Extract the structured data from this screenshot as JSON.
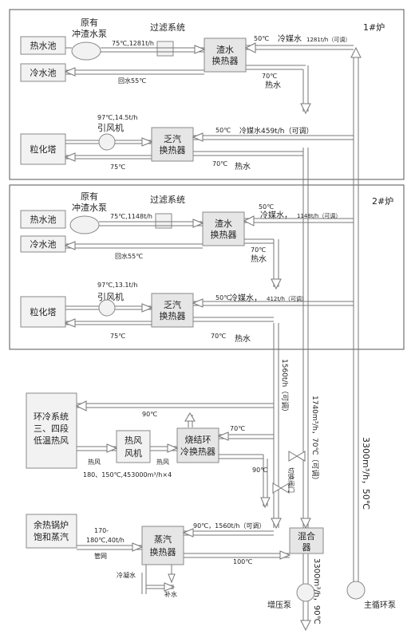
{
  "furnace1": {
    "tag": "1#炉",
    "hot_pool": "热水池",
    "cold_pool": "冷水池",
    "pump_l1": "原有",
    "pump_l2": "冲渣水泵",
    "filter": "过滤系统",
    "flow_top": "75℃,1281t/h",
    "slag_hx_l1": "渣水",
    "slag_hx_l2": "换热器",
    "return": "回水55℃",
    "c50": "50℃",
    "cold_media": "冷媒水",
    "cold_media_flow": "1281t/h（可调）",
    "c70": "70℃",
    "hot_water": "热水",
    "fan_cond": "97℃,14.5t/h",
    "fan": "引风机",
    "gran": "粒化塔",
    "steam_hx_l1": "乏汽",
    "steam_hx_l2": "换热器",
    "c50b": "50℃",
    "cold_media_b": "冷媒水459t/h（可调）",
    "c75": "75℃",
    "c70b": "70℃",
    "hot_water_b": "热水"
  },
  "furnace2": {
    "tag": "2#炉",
    "hot_pool": "热水池",
    "cold_pool": "冷水池",
    "pump_l1": "原有",
    "pump_l2": "冲渣水泵",
    "filter": "过滤系统",
    "flow_top": "75℃,1148t/h",
    "slag_hx_l1": "渣水",
    "slag_hx_l2": "换热器",
    "return": "回水55℃",
    "c50": "50℃",
    "cold_media": "冷媒水，",
    "cold_media_flow": "1148t/h（可调）",
    "c70": "70℃",
    "hot_water": "热水",
    "fan_cond": "97℃,13.1t/h",
    "fan": "引风机",
    "gran": "粒化塔",
    "steam_hx_l1": "乏汽",
    "steam_hx_l2": "换热器",
    "c50b": "50℃",
    "cold_media_b": "冷媒水，",
    "cold_media_b_flow": "412t/h（可调）",
    "c75": "75℃",
    "c70b": "70℃",
    "hot_water_b": "热水"
  },
  "lower": {
    "ring_l1": "环冷系统",
    "ring_l2": "三、四段",
    "ring_l3": "低温热风",
    "c90": "90℃",
    "hot_fan_l1": "热风",
    "hot_fan_l2": "风机",
    "sinter_l1": "烧结环",
    "sinter_l2": "冷换热器",
    "c70": "70℃",
    "hot_air_a": "热风",
    "hot_air_b": "热风",
    "fan_spec": "180、150℃,453000m³/h×4",
    "c90b": "90℃",
    "valve": "切换阀门",
    "boiler_l1": "余热锅炉",
    "boiler_l2": "饱和蒸汽",
    "boiler_flow_l1": "170-",
    "boiler_flow_l2": "180℃,40t/h",
    "pipe_net": "管网",
    "steam_hx_l1": "蒸汽",
    "steam_hx_l2": "换热器",
    "steam_flow": "90℃，1560t/h（可调）",
    "c100": "100℃",
    "condensate": "冷凝水",
    "makeup": "补水",
    "mixer_l1": "混合",
    "mixer_l2": "器",
    "booster": "增压泵",
    "main_pump": "主循环泵",
    "v_1560": "1560t/h（可调）",
    "v_1740": "1740m³/h，70℃（可调）",
    "v_3300a": "3300m³/h，50℃",
    "v_3300b": "3300m³/h，90℃"
  }
}
